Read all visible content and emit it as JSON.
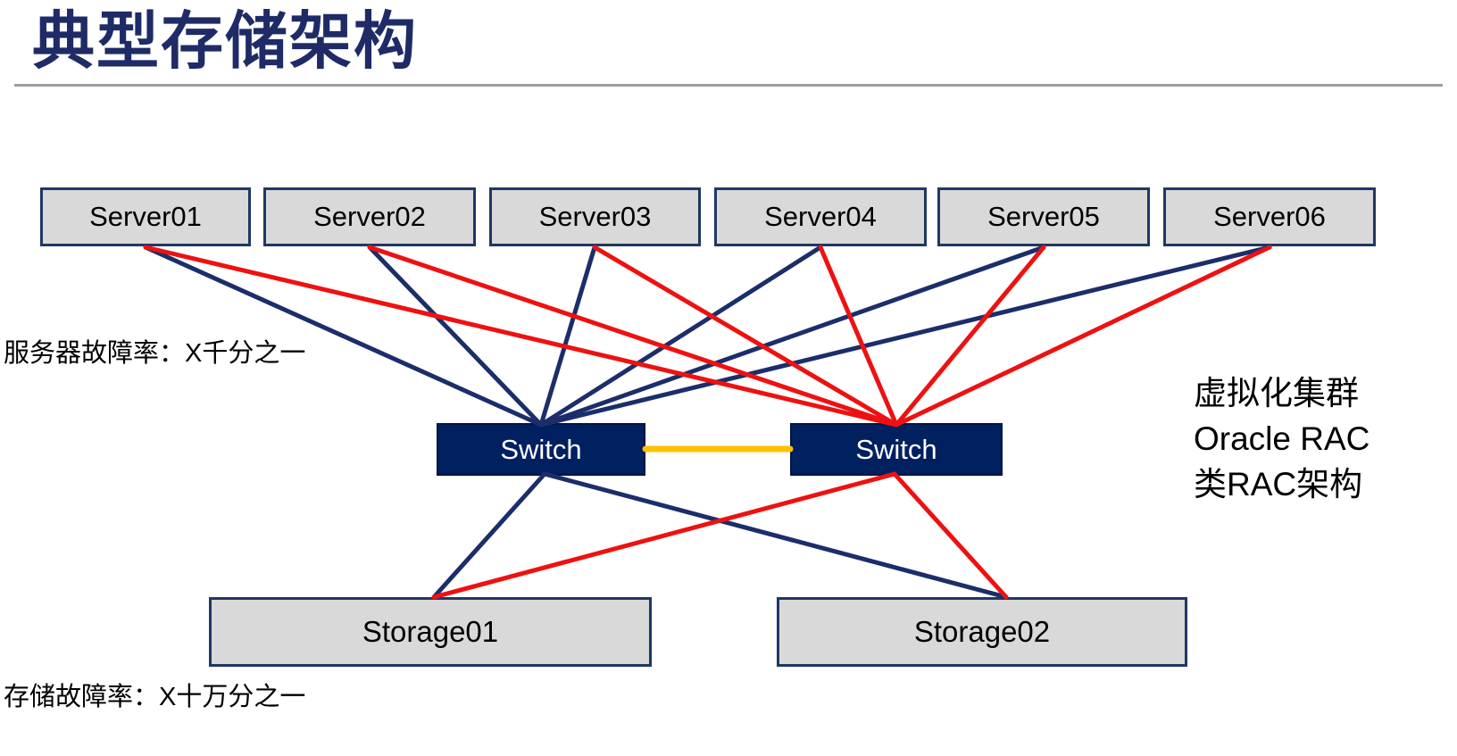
{
  "title": "典型存储架构",
  "annotations": {
    "server_failure_rate": "服务器故障率：X千分之一",
    "storage_failure_rate": "存储故障率：X十万分之一",
    "right_note_lines": [
      "虚拟化集群",
      "Oracle RAC",
      "类RAC架构"
    ]
  },
  "nodes": {
    "servers": [
      {
        "id": "server01",
        "label": "Server01"
      },
      {
        "id": "server02",
        "label": "Server02"
      },
      {
        "id": "server03",
        "label": "Server03"
      },
      {
        "id": "server04",
        "label": "Server04"
      },
      {
        "id": "server05",
        "label": "Server05"
      },
      {
        "id": "server06",
        "label": "Server06"
      }
    ],
    "switches": [
      {
        "id": "switch1",
        "label": "Switch"
      },
      {
        "id": "switch2",
        "label": "Switch"
      }
    ],
    "storages": [
      {
        "id": "storage01",
        "label": "Storage01"
      },
      {
        "id": "storage02",
        "label": "Storage02"
      }
    ]
  },
  "connections": [
    {
      "from": "server01",
      "to": "switch1",
      "color": "navy"
    },
    {
      "from": "server02",
      "to": "switch1",
      "color": "navy"
    },
    {
      "from": "server03",
      "to": "switch1",
      "color": "navy"
    },
    {
      "from": "server04",
      "to": "switch1",
      "color": "navy"
    },
    {
      "from": "server05",
      "to": "switch1",
      "color": "navy"
    },
    {
      "from": "server06",
      "to": "switch1",
      "color": "navy"
    },
    {
      "from": "server01",
      "to": "switch2",
      "color": "red"
    },
    {
      "from": "server02",
      "to": "switch2",
      "color": "red"
    },
    {
      "from": "server03",
      "to": "switch2",
      "color": "red"
    },
    {
      "from": "server04",
      "to": "switch2",
      "color": "red"
    },
    {
      "from": "server05",
      "to": "switch2",
      "color": "red"
    },
    {
      "from": "server06",
      "to": "switch2",
      "color": "red"
    },
    {
      "from": "switch1",
      "to": "storage01",
      "color": "navy"
    },
    {
      "from": "switch1",
      "to": "storage02",
      "color": "navy"
    },
    {
      "from": "switch2",
      "to": "storage01",
      "color": "red"
    },
    {
      "from": "switch2",
      "to": "storage02",
      "color": "red"
    },
    {
      "from": "switch1",
      "to": "switch2",
      "color": "gold",
      "type": "inter-switch-link"
    }
  ],
  "colors": {
    "title": "#1F2B66",
    "heading_rule": "#9E9E9E",
    "box_fill": "#D9D9D9",
    "box_border": "#1F3864",
    "switch_fill": "#002060",
    "switch_text": "#FFFFFF",
    "navy_line": "#1B2E6B",
    "red_line": "#EE1111",
    "interswitch_link": "#FFC000",
    "label_text": "#000000"
  }
}
